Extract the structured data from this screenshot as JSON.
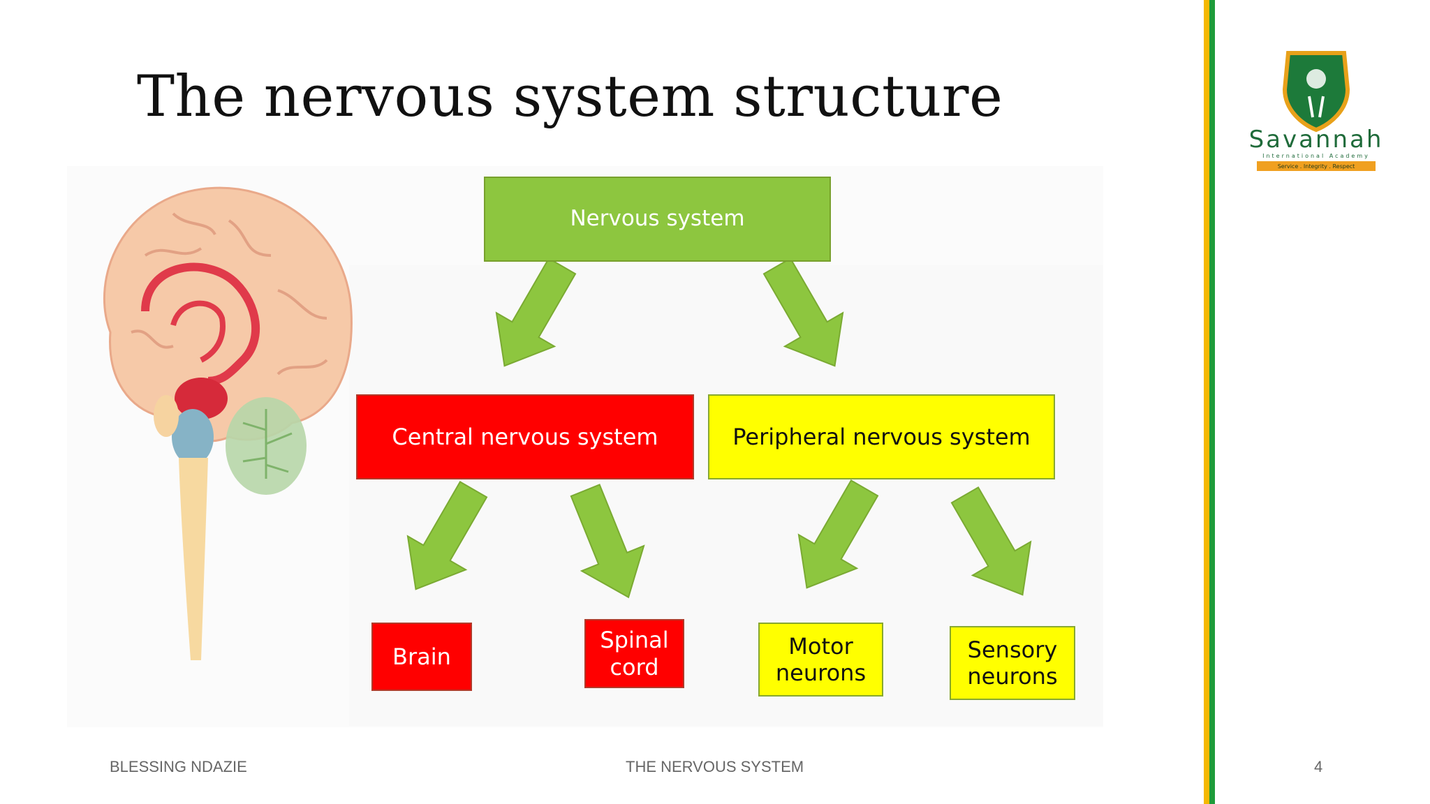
{
  "slide": {
    "title": "The nervous system structure",
    "page_number": "4"
  },
  "diagram": {
    "root": "Nervous system",
    "branches": {
      "central": "Central nervous system",
      "peripheral": "Peripheral nervous system"
    },
    "leaves": {
      "brain": "Brain",
      "spinal_line1": "Spinal",
      "spinal_line2": "cord",
      "motor_line1": "Motor",
      "motor_line2": "neurons",
      "sensory_line1": "Sensory",
      "sensory_line2": "neurons"
    },
    "colors": {
      "root": "#8dc63f",
      "central": "#ff0000",
      "peripheral": "#ffff00",
      "arrow": "#8dc63f"
    }
  },
  "logo": {
    "name": "Savannah",
    "subtitle": "International Academy",
    "motto": "Service . Integrity . Respect"
  },
  "footer": {
    "author": "BLESSING NDAZIE",
    "topic": "THE NERVOUS SYSTEM"
  },
  "accent_colors": {
    "stripe_yellow": "#f5b800",
    "stripe_green": "#1f9c3a"
  }
}
